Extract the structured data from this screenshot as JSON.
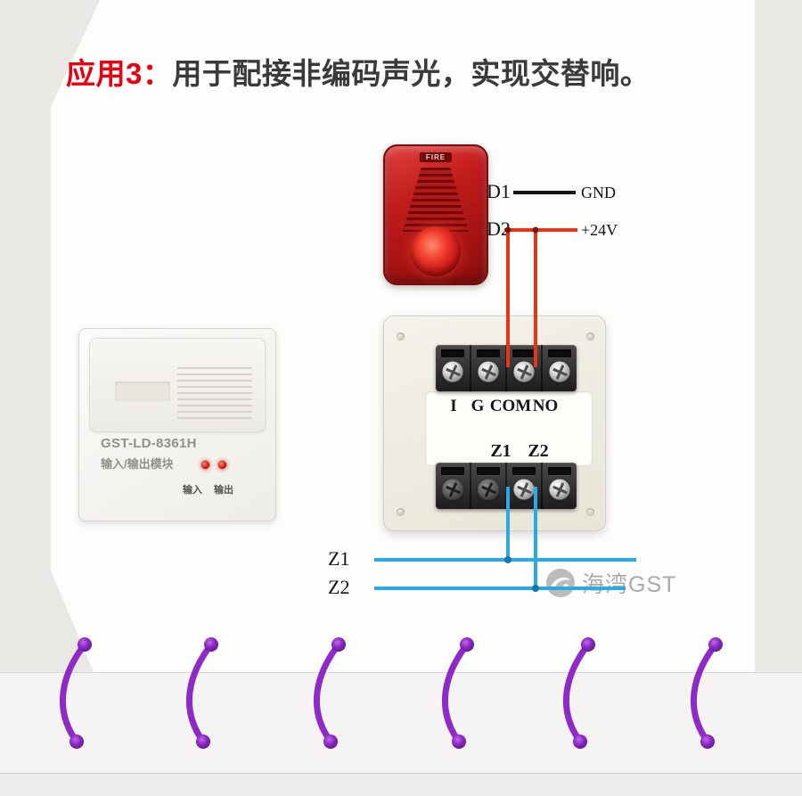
{
  "title": {
    "prefix": "应用3：",
    "text": "用于配接非编码声光，实现交替响。"
  },
  "sounder": {
    "brand_label": "FIRE",
    "terminal_d1": "D1",
    "terminal_d2": "D2"
  },
  "supply": {
    "gnd_label": "GND",
    "v24_label": "+24V"
  },
  "io_module": {
    "model": "GST-LD-8361H",
    "name": "输入/输出模块",
    "led_input_label": "输入",
    "led_output_label": "输出"
  },
  "backplate": {
    "top_terminals": [
      "I",
      "G",
      "COM",
      "NO"
    ],
    "loop_terminals": [
      "Z1",
      "Z2"
    ]
  },
  "bus": {
    "z1_label": "Z1",
    "z2_label": "Z2"
  },
  "watermark": {
    "text": "海湾GST"
  },
  "colors": {
    "title_red": "#e60012",
    "wire_red": "#e63517",
    "wire_black": "#141414",
    "wire_blue": "#2ba9e2",
    "jumper_purple": "#8d2ac8",
    "sounder_red": "#c21c1c"
  }
}
